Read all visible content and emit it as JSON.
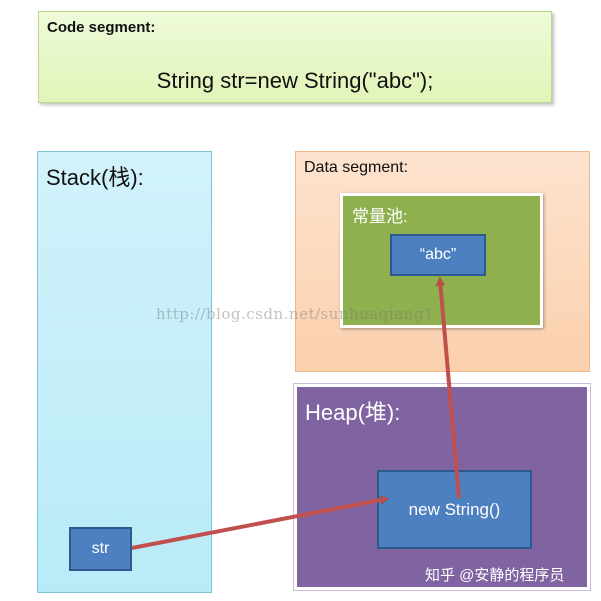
{
  "code_segment": {
    "title": "Code segment:",
    "code": "String str=new String(\"abc\");"
  },
  "stack": {
    "title": "Stack(栈):",
    "items": [
      {
        "label": "str"
      }
    ]
  },
  "data_segment": {
    "title": "Data segment:",
    "constant_pool": {
      "title": "常量池:",
      "items": [
        {
          "label": "“abc”"
        }
      ]
    }
  },
  "heap": {
    "title": "Heap(堆):",
    "items": [
      {
        "label": "new String()"
      }
    ]
  },
  "arrows": [
    {
      "from": "str",
      "to": "new String()"
    },
    {
      "from": "new String()",
      "to": "“abc”"
    }
  ],
  "watermarks": {
    "url": "http://blog.csdn.net/sunhuaqiang1",
    "author": "知乎 @安静的程序员"
  },
  "colors": {
    "node_fill": "#4d80c0",
    "arrow": "#c0504d",
    "heap_fill": "#8064a2",
    "pool_fill": "#8fb04e"
  }
}
